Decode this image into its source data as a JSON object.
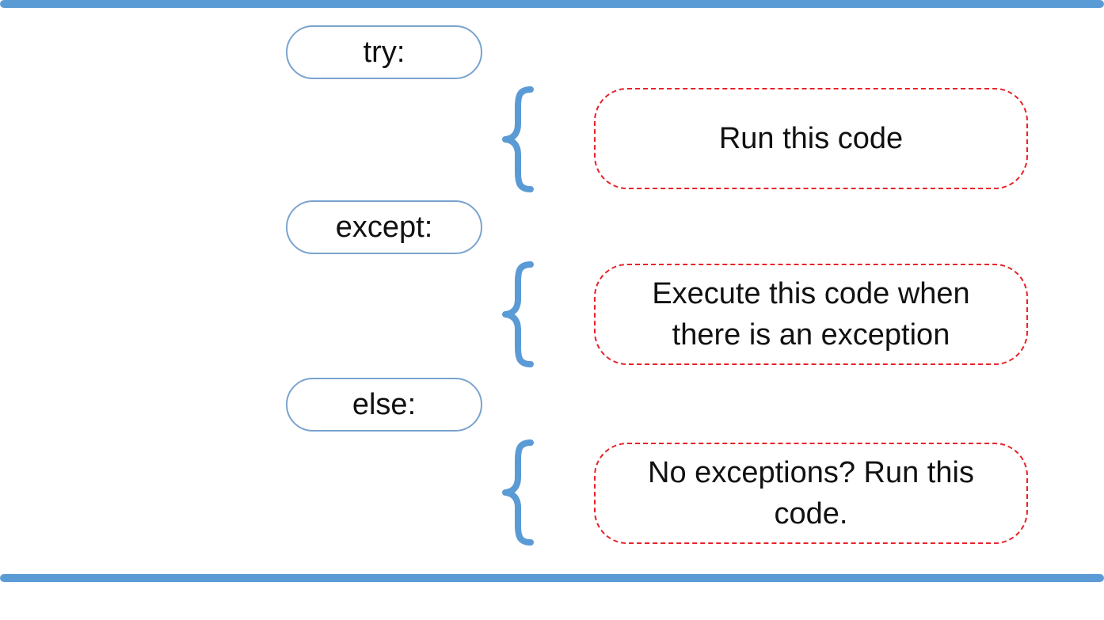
{
  "colors": {
    "rule": "#5b9bd5",
    "keyword_border": "#7aa3cf",
    "brace": "#5b9bd5",
    "action_border": "#e8222a"
  },
  "blocks": [
    {
      "keyword": "try:",
      "action": "Run this code"
    },
    {
      "keyword": "except:",
      "action": "Execute this code when there is an exception"
    },
    {
      "keyword": "else:",
      "action": "No exceptions? Run this code."
    }
  ]
}
